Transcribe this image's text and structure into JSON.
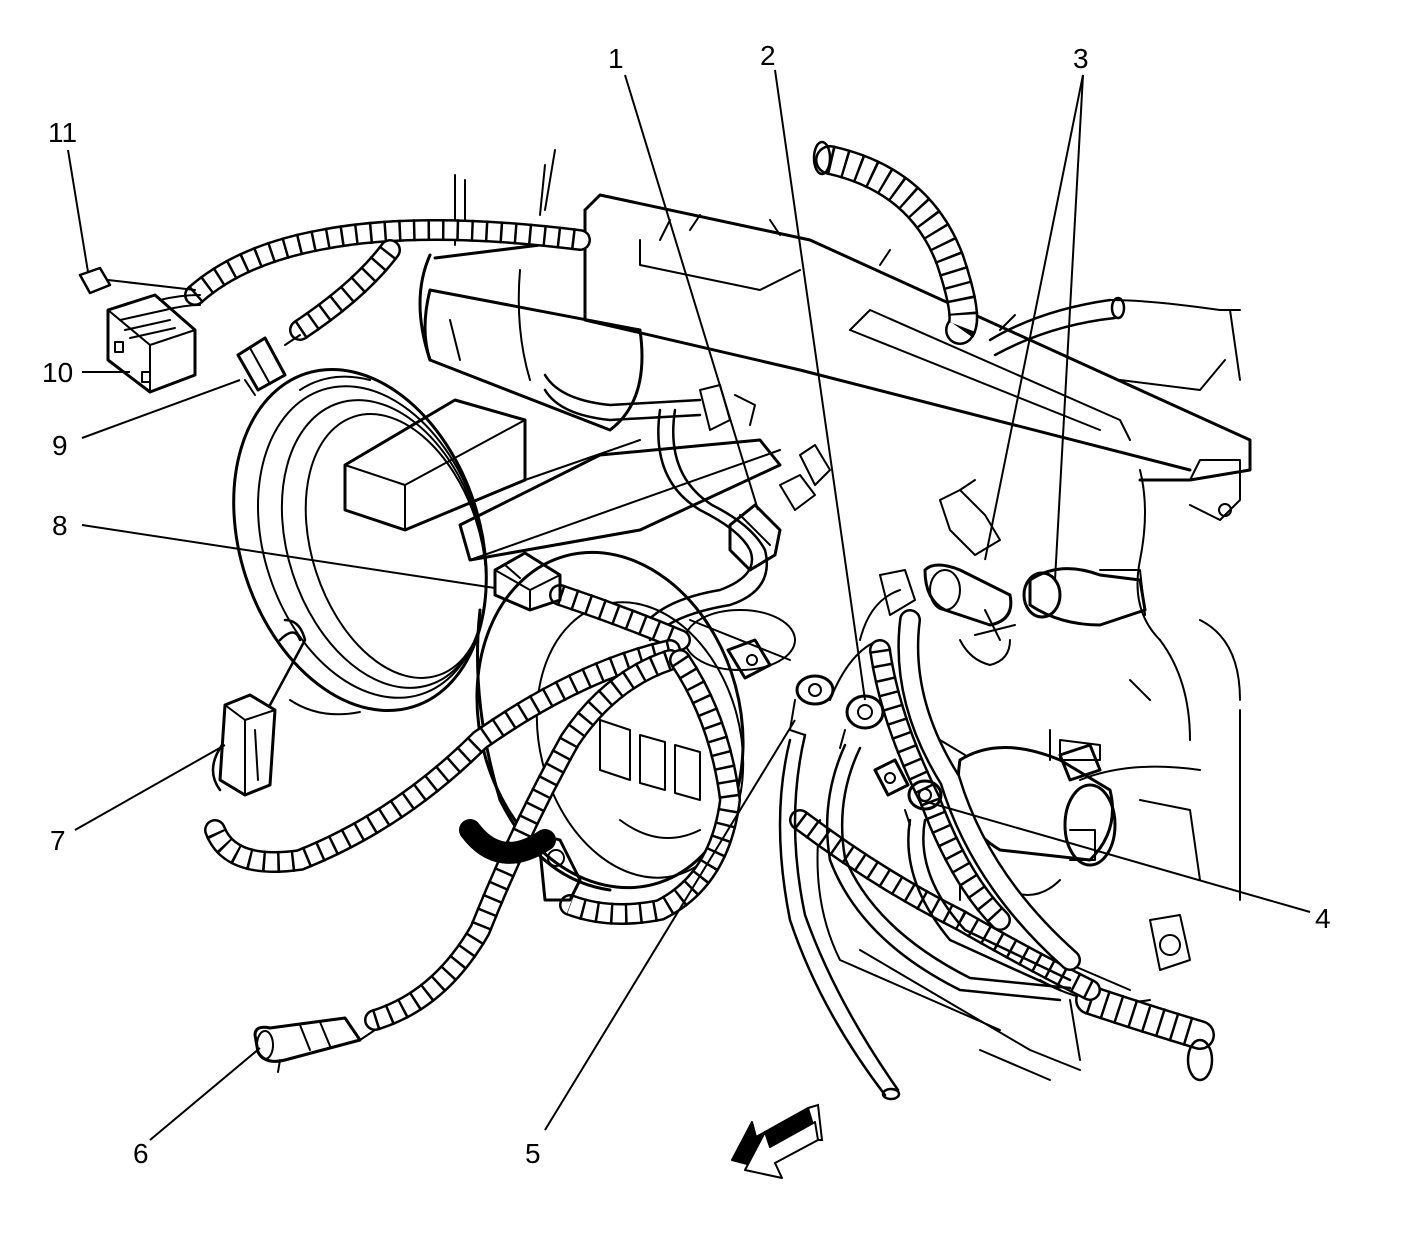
{
  "callouts": [
    {
      "id": "1",
      "label": "1"
    },
    {
      "id": "2",
      "label": "2"
    },
    {
      "id": "3",
      "label": "3"
    },
    {
      "id": "4",
      "label": "4"
    },
    {
      "id": "5",
      "label": "5"
    },
    {
      "id": "6",
      "label": "6"
    },
    {
      "id": "7",
      "label": "7"
    },
    {
      "id": "8",
      "label": "8"
    },
    {
      "id": "9",
      "label": "9"
    },
    {
      "id": "10",
      "label": "10"
    },
    {
      "id": "11",
      "label": "11"
    }
  ],
  "icons": {
    "direction_arrow": "front-direction-arrow-icon"
  }
}
